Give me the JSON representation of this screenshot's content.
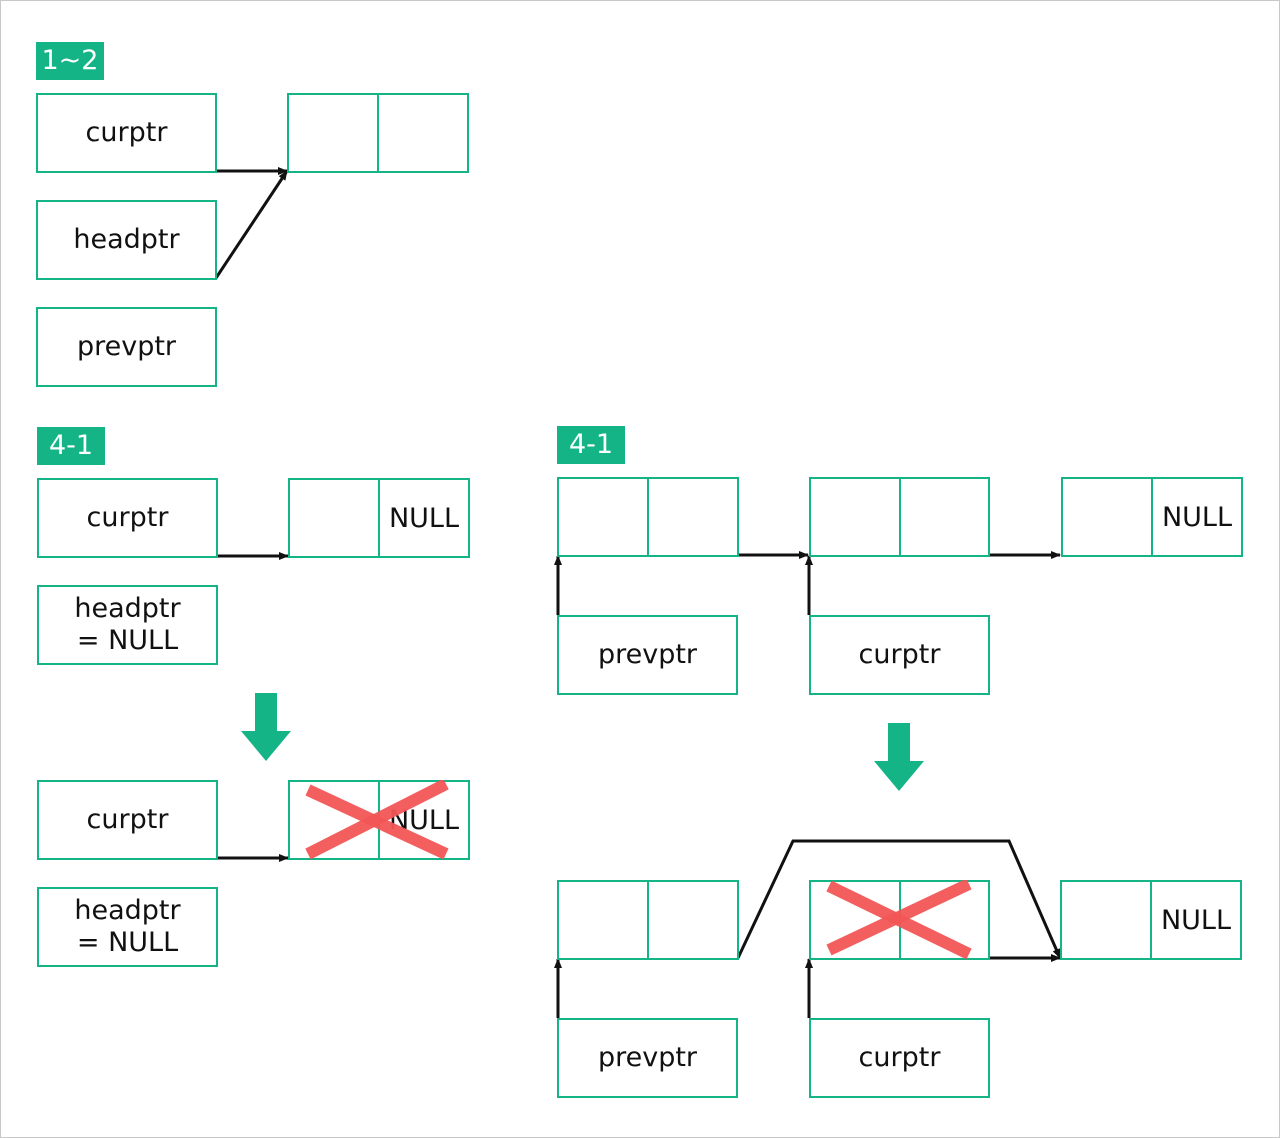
{
  "colors": {
    "accent": "#14b487",
    "cross": "#f25555",
    "line": "#111111"
  },
  "panels": {
    "top_left": {
      "tag": "1~2",
      "curptr": "curptr",
      "headptr": "headptr",
      "prevptr": "prevptr",
      "node": {
        "cell1": "",
        "cell2": ""
      }
    },
    "mid_left": {
      "tag": "4-1",
      "before": {
        "curptr": "curptr",
        "headptr": "headptr\n= NULL",
        "node": {
          "cell1": "",
          "cell2": "NULL"
        }
      },
      "after": {
        "curptr": "curptr",
        "headptr": "headptr\n= NULL",
        "node": {
          "cell1": "",
          "cell2": "NULL"
        }
      },
      "arrow_icon": "down-arrow-icon"
    },
    "right": {
      "tag": "4-1",
      "before": {
        "node1": {
          "cell1": "",
          "cell2": ""
        },
        "node2": {
          "cell1": "",
          "cell2": ""
        },
        "node3": {
          "cell1": "",
          "cell2": "NULL"
        },
        "prevptr": "prevptr",
        "curptr": "curptr"
      },
      "after": {
        "node1": {
          "cell1": "",
          "cell2": ""
        },
        "node2": {
          "cell1": "",
          "cell2": ""
        },
        "node3": {
          "cell1": "",
          "cell2": "NULL"
        },
        "prevptr": "prevptr",
        "curptr": "curptr"
      },
      "arrow_icon": "down-arrow-icon"
    }
  }
}
